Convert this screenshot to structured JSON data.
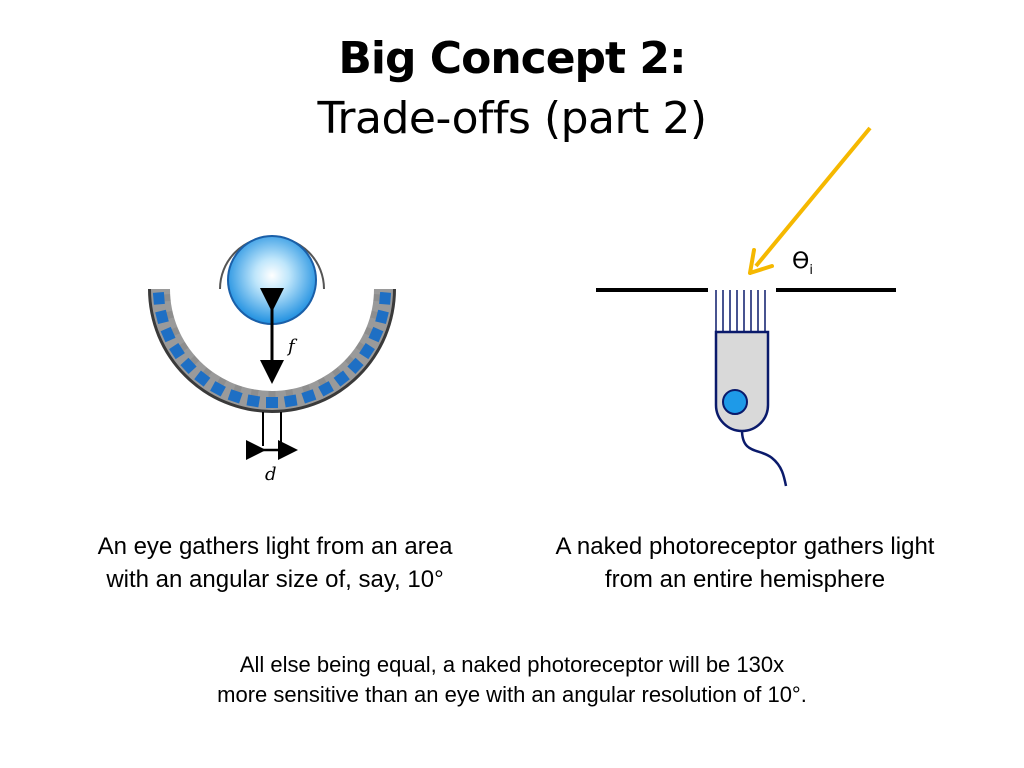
{
  "title": {
    "main": "Big Concept 2:",
    "sub": "Trade-offs (part 2)"
  },
  "eye_diagram": {
    "focal_label": "f",
    "pitch_label": "d",
    "caption_line1": "An eye gathers light from an area",
    "caption_line2": "with an angular size of, say, 10°"
  },
  "photoreceptor_diagram": {
    "angle_symbol": "ϴ",
    "angle_subscript": "i",
    "caption_line1": "A naked photoreceptor gathers light",
    "caption_line2": "from an entire hemisphere"
  },
  "conclusion": {
    "line1": "All else being equal, a naked photoreceptor will be 130x",
    "line2": "more sensitive than an eye with an angular resolution of 10°."
  },
  "colors": {
    "receptor_blue": "#1e6fc4",
    "receptor_gray": "#8e8e8e",
    "light_ray": "#f5b800",
    "cell_fill": "#d9d9d9",
    "lens_center": "#ffffff",
    "lens_edge": "#1e8fe0",
    "nerve": "#0a1a6b"
  }
}
